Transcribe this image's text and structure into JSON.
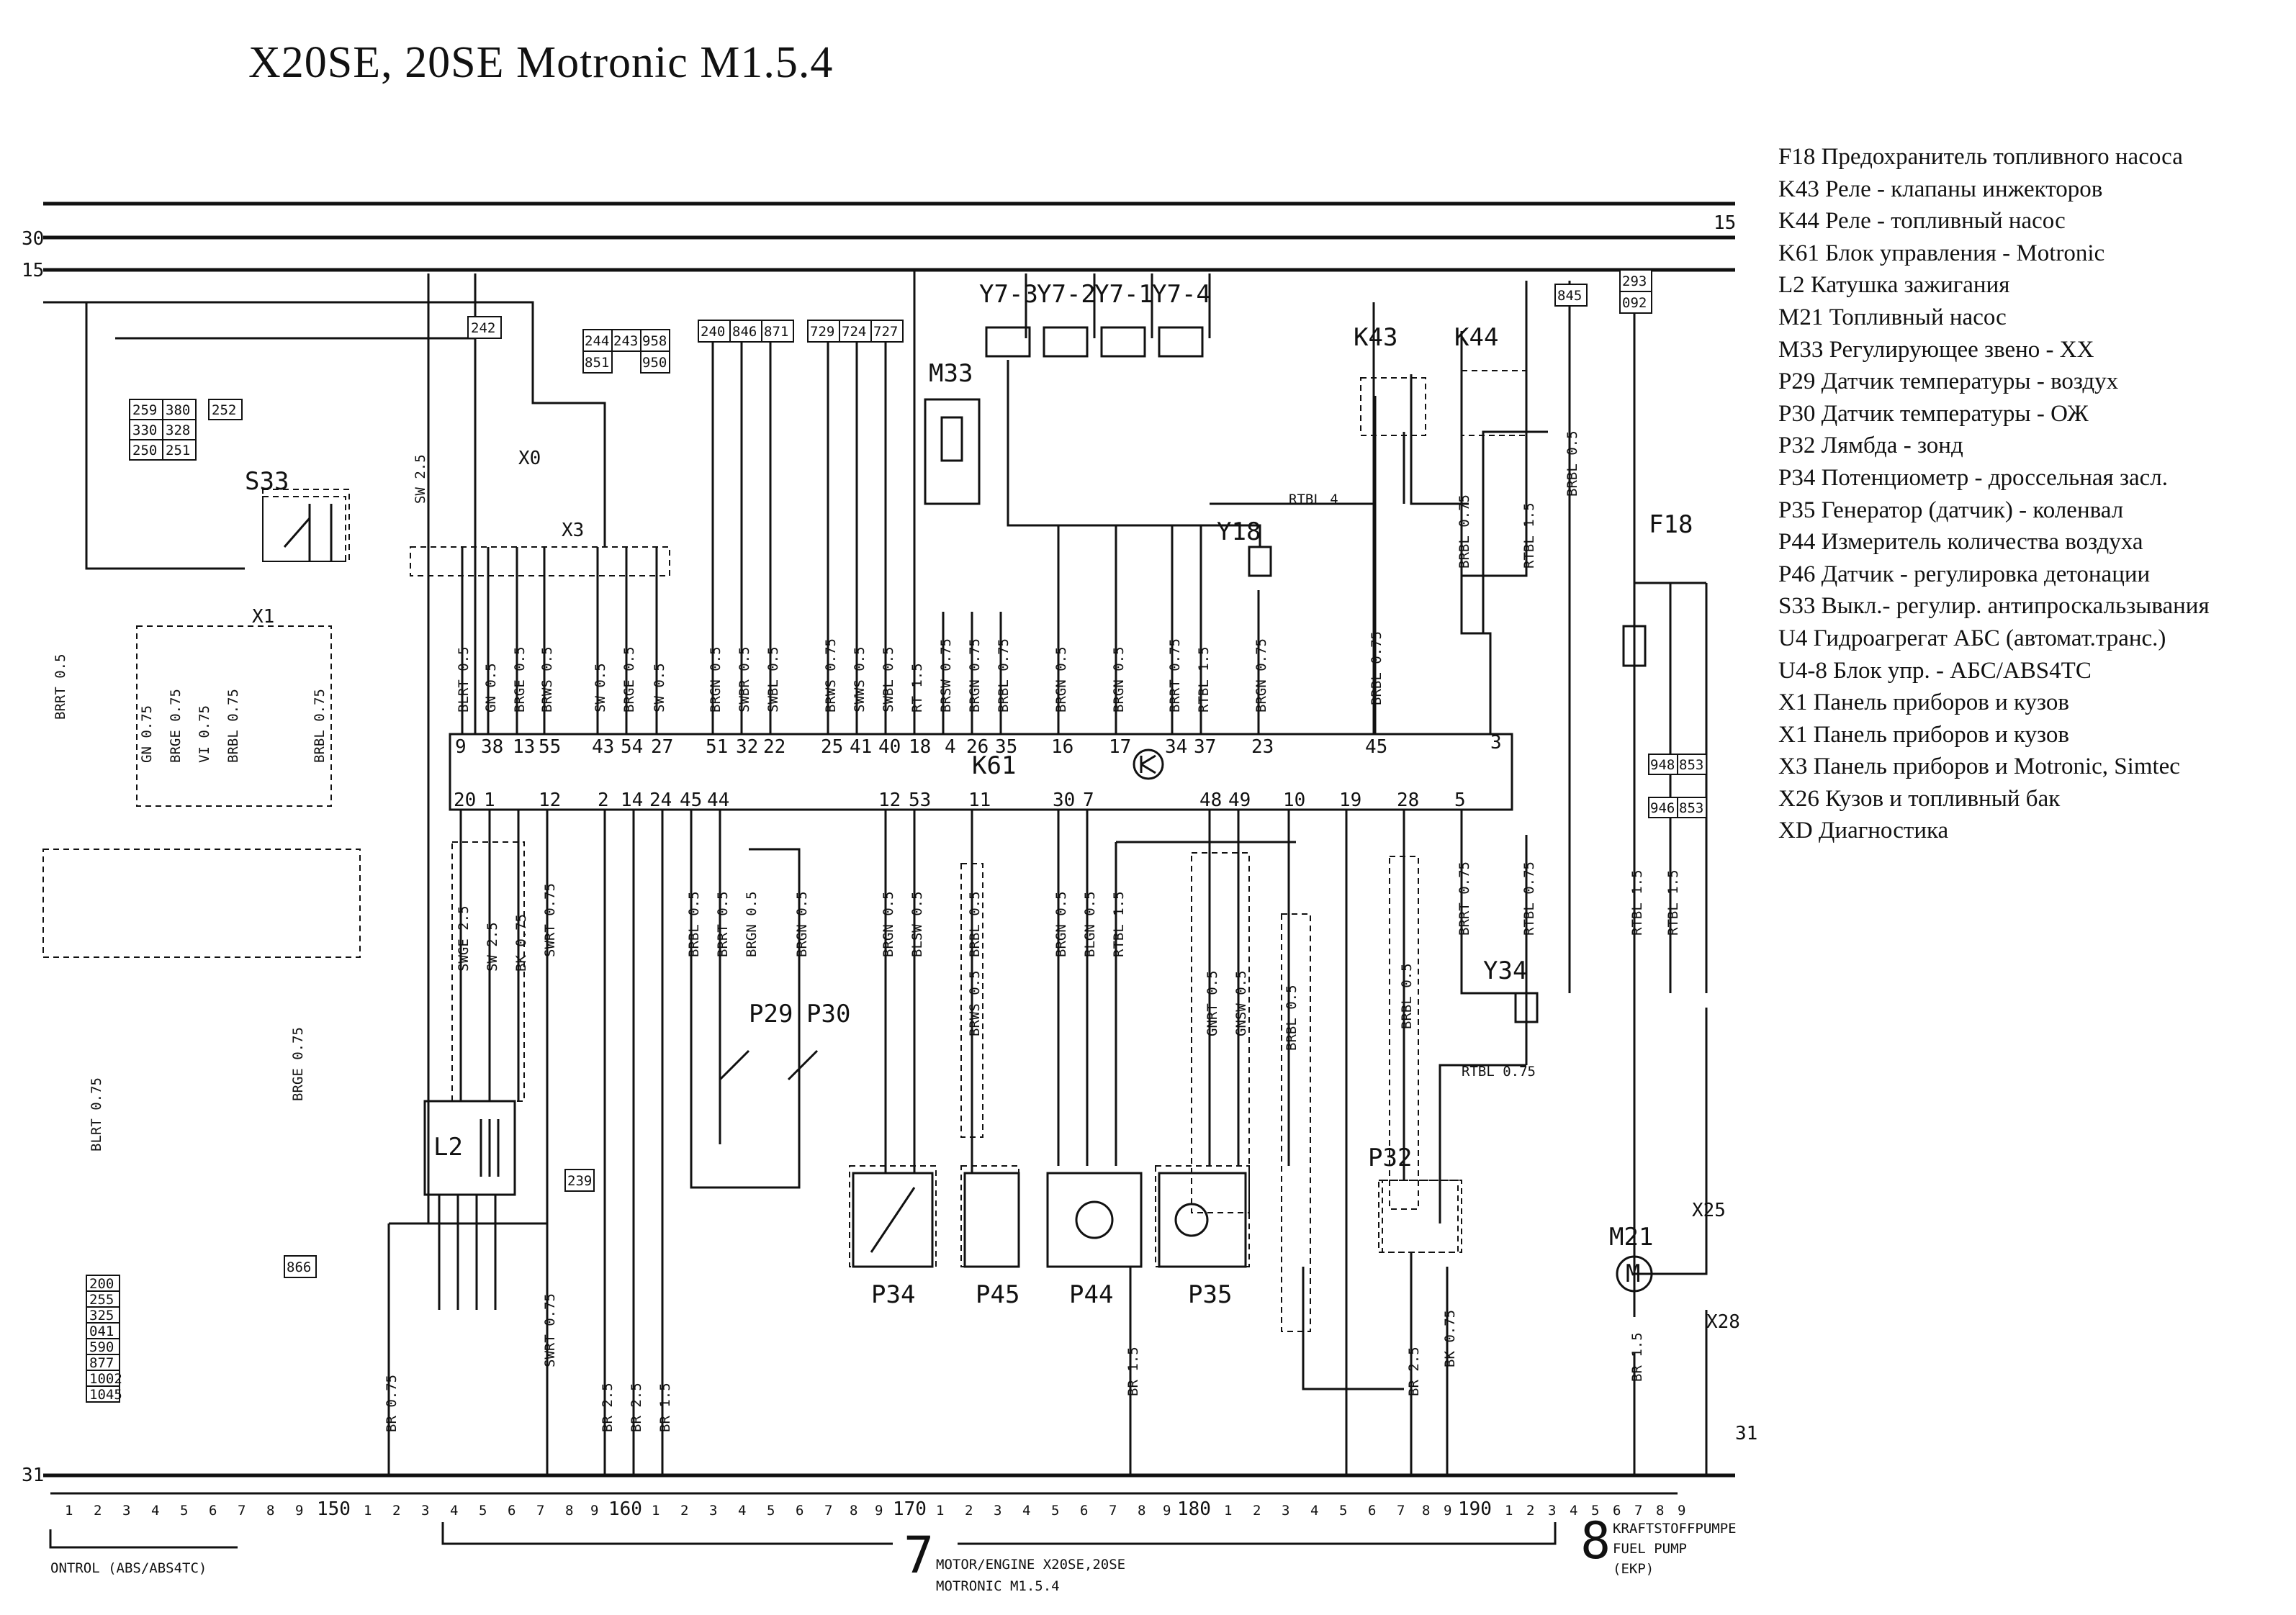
{
  "title": "X20SE, 20SE Motronic M1.5.4",
  "legend": [
    "F18 Предохранитель топливного насоса",
    "K43 Реле - клапаны инжекторов",
    "K44 Реле - топливный насос",
    "K61 Блок управления - Motronic",
    "L2 Катушка зажигания",
    "M21 Топливный насос",
    "M33 Регулирующее звено - XX",
    "P29 Датчик температуры - воздух",
    "P30 Датчик температуры - ОЖ",
    "P32 Лямбда - зонд",
    "P34 Потенциометр - дроссельная засл.",
    "P35 Генератор (датчик) - коленвал",
    "P44 Измеритель количества воздуха",
    "P46 Датчик - регулировка детонации",
    "S33 Выкл.- регулир. антипроскальзывания",
    "U4 Гидроагрегат АБС (автомат.транс.)",
    "U4-8 Блок упр. - АБС/ABS4TC",
    "X1 Панель приборов и кузов",
    "X1 Панель приборов и кузов",
    "X3 Панель приборов и Motronic, Simtec",
    "X26 Кузов и топливный бак",
    "XD Диагностика"
  ],
  "rails": {
    "r30": "30",
    "r15": "15",
    "r31": "31"
  },
  "components": {
    "k61": "K61",
    "l2": "L2",
    "m33": "M33",
    "k43": "K43",
    "k44": "K44",
    "y18": "Y18",
    "y34": "Y34",
    "f18": "F18",
    "m21": "M21",
    "p29": "P29",
    "p30": "P30",
    "p32": "P32",
    "p34": "P34",
    "p35": "P35",
    "p44": "P44",
    "p45": "P45",
    "s33": "S33",
    "x1": "X1",
    "x3": "X3",
    "x0": "X0",
    "x25": "X25",
    "x28": "X28",
    "y73": "Y7-3",
    "y72": "Y7-2",
    "y71": "Y7-1",
    "y74": "Y7-4"
  },
  "k61_top_pins": [
    "9",
    "38",
    "13",
    "55",
    "43",
    "54",
    "27",
    "51",
    "32",
    "22",
    "25",
    "41",
    "40",
    "18",
    "4",
    "26",
    "35",
    "16",
    "17",
    "34",
    "37",
    "23",
    "45",
    "3"
  ],
  "k61_bottom_pins": [
    "20",
    "1",
    "12",
    "2",
    "14",
    "24",
    "45",
    "44",
    "12",
    "53",
    "11",
    "30",
    "7",
    "48",
    "49",
    "10",
    "19",
    "28",
    "5"
  ],
  "wire_labels": {
    "w1": "BLRT 0.5",
    "w2": "GN 0.5",
    "w3": "BRGE 0.5",
    "w4": "BRWS 0.5",
    "w5": "SW 0.5",
    "w6": "BRGE 0.5",
    "w7": "SW 0.5",
    "w8": "BRGN 0.5",
    "w9": "SWBR 0.5",
    "w10": "SWBL 0.5",
    "w11": "BRWS 0.75",
    "w12": "SWWS 0.5",
    "w13": "SWBL 0.5",
    "w14": "RT 1.5",
    "w15": "BRSW 0.75",
    "w16": "BRGN 0.75",
    "w17": "BRBL 0.75",
    "w18": "BRGN 0.5",
    "w19": "BRGN 0.5",
    "w20": "BRRT 0.75",
    "w21": "RTBL 1.5",
    "w22": "BRGN 0.75",
    "w23": "BRBL 0.75",
    "w24": "SW 2.5",
    "w25": "SWGE 2.5",
    "w26": "SW 2.5",
    "w27": "BK 0.75",
    "w28": "SWRT 0.75",
    "w29": "BRBL 0.5",
    "w30": "BRRT 0.5",
    "w31": "BRGN 0.5",
    "w32": "BRGN 0.5",
    "w33": "BRGN 0.5",
    "w34": "BLSW 0.5",
    "w35": "BRBL 0.5",
    "w36": "BRWS 0.5",
    "w37": "BRGN 0.5",
    "w38": "BLGN 0.5",
    "w39": "RTBL 1.5",
    "w40": "GNRT 0.5",
    "w41": "GNSW 0.5",
    "w42": "BRBL 0.5",
    "w43": "BRBL 0.5",
    "w44": "BRRT 0.75",
    "w45": "RTBL 0.75",
    "w46": "RTBL 0.75",
    "w47": "RTBL 1.5",
    "w48": "RTBL 1.5",
    "w49": "BRBL 0.75",
    "w50": "RTBL 1.5",
    "w51": "BRBL 0.5",
    "w52": "RTBL 4",
    "w53": "BR 0.75",
    "w54": "BR 2.5",
    "w55": "BR 2.5",
    "w56": "BR 1.5",
    "w57": "BR 1.5",
    "w58": "BR 2.5",
    "w59": "BK 0.75",
    "w60": "BR 1.5",
    "w61": "SWRT 0.75",
    "w62": "BLRT 0.75",
    "w63": "BRGE 0.75",
    "w64": "GN 0.75",
    "w65": "BRGE 0.75",
    "w66": "VI 0.75",
    "w67": "BRBL 0.75",
    "w68": "BRRT 0.5",
    "w69": "BRBL 0.75"
  },
  "connector_labels": {
    "c1": "259",
    "c2": "380",
    "c3": "330",
    "c4": "328",
    "c5": "250",
    "c6": "251",
    "c7": "252",
    "c8": "242",
    "c9": "244",
    "c10": "243",
    "c11": "958",
    "c12": "851",
    "c13": "950",
    "c14": "240",
    "c15": "846",
    "c16": "871",
    "c17": "729",
    "c18": "724",
    "c19": "727",
    "c20": "845",
    "c21": "293",
    "c22": "092",
    "c23": "948",
    "c24": "853",
    "c25": "946",
    "c26": "853",
    "c27": "239",
    "c28": "866",
    "c29": "200",
    "c30": "255",
    "c31": "325",
    "c32": "041",
    "c33": "590",
    "c34": "877",
    "c35": "1002",
    "c36": "1045"
  },
  "bottom_scale": {
    "numbers": [
      "1",
      "2",
      "3",
      "4",
      "5",
      "6",
      "7",
      "8",
      "9",
      "150",
      "1",
      "2",
      "3",
      "4",
      "5",
      "6",
      "7",
      "8",
      "9",
      "160",
      "1",
      "2",
      "3",
      "4",
      "5",
      "6",
      "7",
      "8",
      "9",
      "170",
      "1",
      "2",
      "3",
      "4",
      "5",
      "6",
      "7",
      "8",
      "9",
      "180",
      "1",
      "2",
      "3",
      "4",
      "5",
      "6",
      "7",
      "8",
      "9",
      "190",
      "1",
      "2",
      "3",
      "4",
      "5",
      "6",
      "7",
      "8",
      "9"
    ],
    "section7": "7",
    "section7_line1": "MOTOR/ENGINE X20SE,20SE",
    "section7_line2": "MOTRONIC M1.5.4",
    "section8": "8",
    "section8_line1": "KRAFTSTOFFPUMPE",
    "section8_line2": "FUEL PUMP",
    "section8_line3": "(EKP)",
    "left_caption": "ONTROL (ABS/ABS4TC)"
  }
}
